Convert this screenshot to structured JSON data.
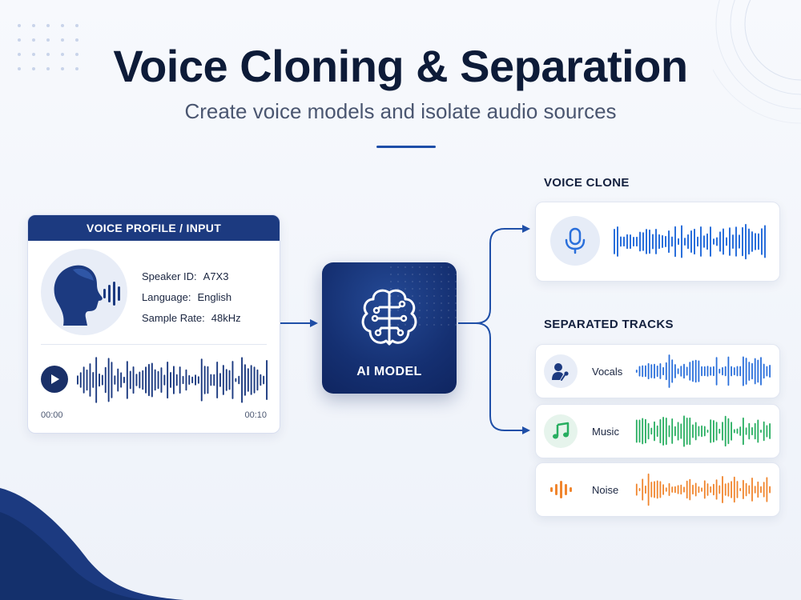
{
  "header": {
    "title": "Voice Cloning & Separation",
    "subtitle": "Create voice models and isolate audio sources"
  },
  "input_card": {
    "title": "VOICE PROFILE / INPUT",
    "fields": [
      {
        "label": "Speaker ID:",
        "value": "A7X3"
      },
      {
        "label": "Language:",
        "value": "English"
      },
      {
        "label": "Sample Rate:",
        "value": "48kHz"
      }
    ],
    "time_start": "00:00",
    "time_end": "00:10"
  },
  "model": {
    "label": "AI MODEL"
  },
  "outputs": {
    "clone_label": "VOICE CLONE",
    "tracks_label": "SEPARATED TRACKS",
    "tracks": [
      {
        "name": "Vocals",
        "color": "#2a6fdb",
        "icon": "singer-icon"
      },
      {
        "name": "Music",
        "color": "#27ae60",
        "icon": "music-note-icon"
      },
      {
        "name": "Noise",
        "color": "#f0852d",
        "icon": "noise-icon"
      }
    ]
  },
  "colors": {
    "navy": "#1c3a80",
    "accent_blue": "#2a6fdb",
    "green": "#27ae60",
    "orange": "#f0852d"
  }
}
